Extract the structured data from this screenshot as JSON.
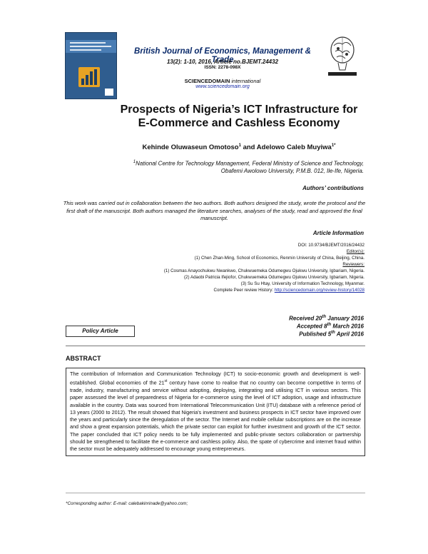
{
  "header": {
    "journal_title": "British Journal of Economics, Management & Trade",
    "volume_line": "13(2): 1-10, 2016, Article no.BJEMT.24432",
    "issn": "ISSN: 2278-098X",
    "publisher_name": "SCIENCEDOMAIN",
    "publisher_suffix": "international",
    "publisher_url": "www.sciencedomain.org",
    "cover_icon": "journal-cover-icon",
    "logo_icon": "sciencedomain-logo-icon"
  },
  "paper": {
    "title_line1": "Prospects of Nigeria’s ICT Infrastructure for",
    "title_line2": "E-Commerce and Cashless Economy",
    "author1": "Kehinde Oluwaseun Omotoso",
    "author1_sup": "1",
    "author_and": " and ",
    "author2": "Adelowo Caleb Muyiwa",
    "author2_sup": "1*",
    "affil_sup": "1",
    "affil_line1": "National Centre for Technology Management, Federal Ministry of Science and Technology,",
    "affil_line2": "Obafemi Awolowo University, P.M.B. 012, Ile-Ife, Nigeria."
  },
  "contributions": {
    "heading": "Authors’ contributions",
    "text": "This work was carried out in collaboration between the two authors. Both authors designed the study, wrote the protocol and the first draft of the manuscript. Both authors managed the literature searches, analyses of the study, read and approved the final manuscript."
  },
  "article_info": {
    "heading": "Article Information",
    "doi": "DOI: 10.9734/BJEMT/2016/24432",
    "editors_label": "Editor(s):",
    "editor1": "(1) Chen Zhan-Ming, School of Economics, Renmin University of China, Beijing, China.",
    "reviewers_label": "Reviewers:",
    "reviewer1": "(1) Cosmas Anayochukwu Nwankwo, Chukwuemeka Odumegwu Ojukwu University, Igbariam, Nigeria.",
    "reviewer2": "(2) Adaobi Patricia Ifejiofor, Chukwuemeka Odumegwu Ojukwu University, Igbariam, Nigeria.",
    "reviewer3": "(3) Su Su Htay, University of Information Technology, Myanmar.",
    "history_prefix": "Complete Peer review History: ",
    "history_link": "http://sciencedomain.org/review-history/14028"
  },
  "dates": {
    "received_pre": "Received 20",
    "received_sup": "th",
    "received_post": " January 2016",
    "accepted_pre": "Accepted 8",
    "accepted_sup": "th",
    "accepted_post": " March 2016",
    "published_pre": "Published 5",
    "published_sup": "th",
    "published_post": " April 2016"
  },
  "article_type": "Policy Article",
  "abstract": {
    "heading": "ABSTRACT",
    "part1": "The contribution of Information and Communication Technology (ICT) to socio-economic growth and development is well-established. Global economies of the 21",
    "sup": "st",
    "part2": " century have come to realise that no country can become competitive in terms of trade, industry, manufacturing and service without adopting, deploying, integrating and utilising ICT in various sectors. This paper assessed the level of preparedness of Nigeria for e-commerce using the level of ICT adoption, usage and infrastructure available in the country. Data was sourced from International Telecommunication Unit (ITU) database with a reference period of 13 years (2000 to 2012). The result showed that Nigeria's investment and business prospects in ICT sector have improved over the years and particularly since the deregulation of the sector. The Internet and mobile cellular subscriptions are on the increase and show a great expansion potentials, which the private sector can exploit for further investment and growth of the ICT sector. The paper concluded that ICT policy needs to be fully implemented and public-private sectors collaboration or partnership should be strengthened to facilitate the e-commerce and cashless policy. Also, the spate of cybercrime and internet fraud within the sector must be adequately addressed to encourage young entrepreneurs."
  },
  "footnote": "*Corresponding author: E-mail: calebakinrinade@yahoo.com;"
}
